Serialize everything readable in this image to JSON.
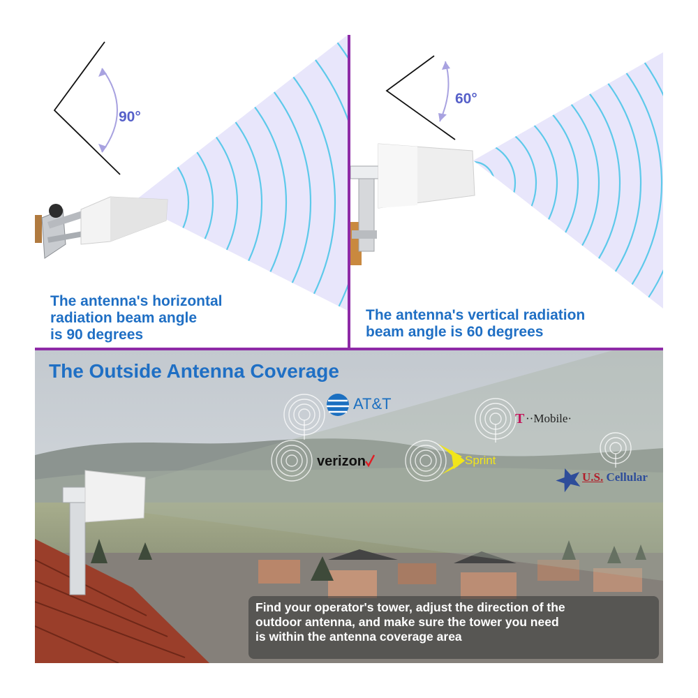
{
  "top_left": {
    "angle_label": "90°",
    "caption_lines": [
      "The antenna's horizontal",
      "radiation beam angle",
      "is 90 degrees"
    ]
  },
  "top_right": {
    "angle_label": "60°",
    "caption_lines": [
      "The antenna's vertical radiation",
      "beam angle is 60 degrees"
    ]
  },
  "coverage": {
    "title": "The Outside Antenna Coverage",
    "carriers": {
      "att": "AT&T",
      "tmobile": "··Mobile·",
      "verizon": "verizon",
      "sprint": "Sprint",
      "uscellular_us": "U.S.",
      "uscellular_cellular": "Cellular"
    },
    "note_lines": [
      "Find your operator's tower, adjust the direction of the",
      "outdoor antenna, and make sure the tower you need",
      "is within the antenna coverage area"
    ]
  },
  "colors": {
    "divider": "#8e2aa6",
    "caption": "#1f6fc4",
    "beam_fill": "#e8e6fb",
    "beam_arc": "#5dc9ea",
    "angle_arrow": "#a8a2e0",
    "angle_text": "#5660c9"
  }
}
